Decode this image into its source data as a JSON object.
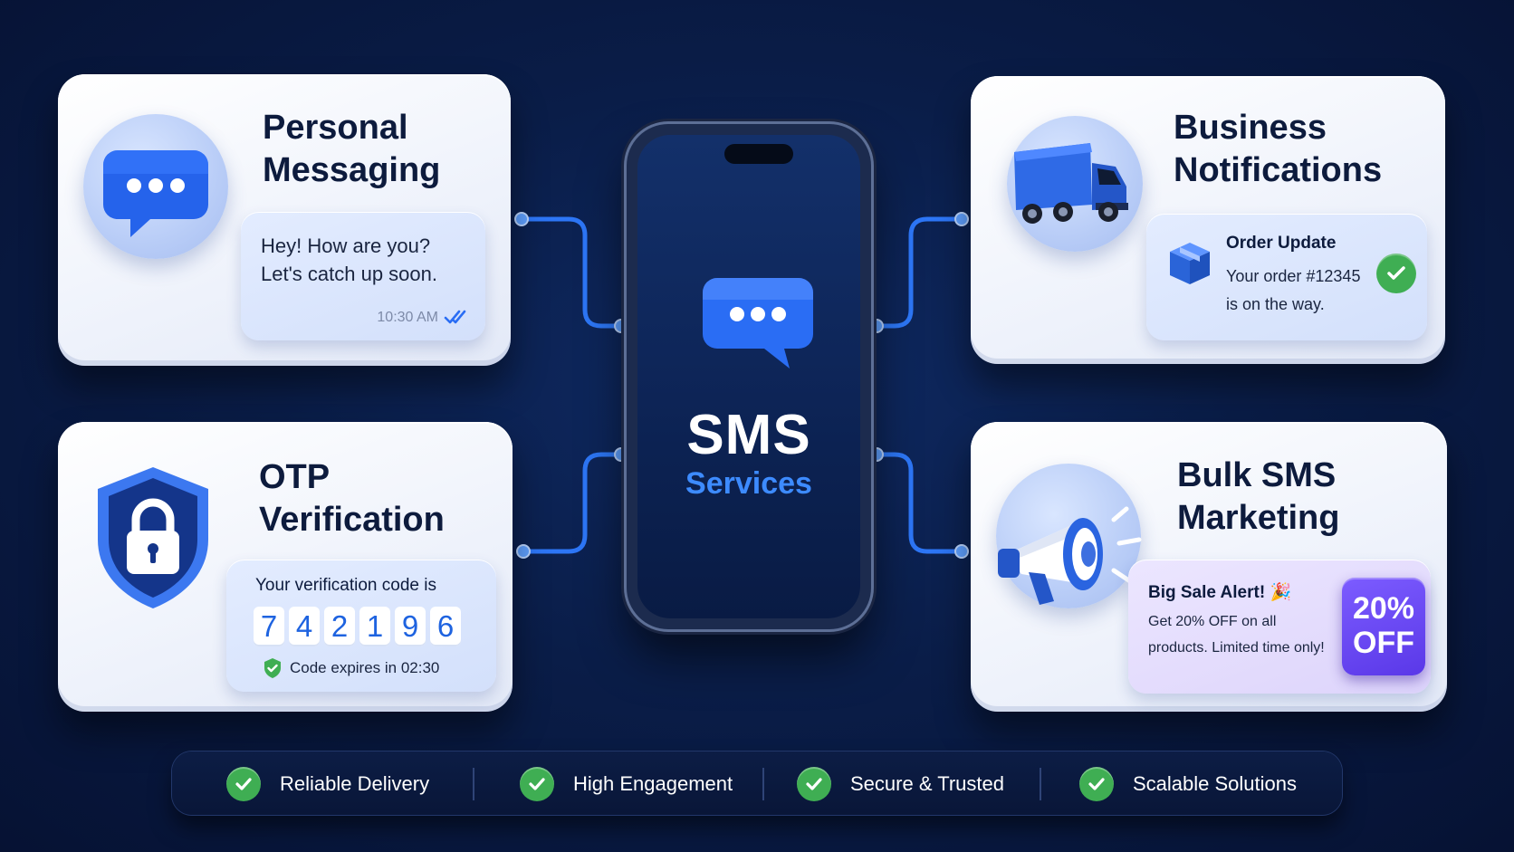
{
  "center": {
    "title": "SMS",
    "subtitle": "Services"
  },
  "cards": {
    "personal": {
      "title_line1": "Personal",
      "title_line2": "Messaging",
      "message_line1": "Hey! How are you?",
      "message_line2": "Let's catch up soon.",
      "time": "10:30 AM"
    },
    "business": {
      "title_line1": "Business",
      "title_line2": "Notifications",
      "heading": "Order Update",
      "body_line1": "Your order #12345",
      "body_line2": "is on the way."
    },
    "otp": {
      "title_line1": "OTP",
      "title_line2": "Verification",
      "prompt": "Your verification code is",
      "digits": [
        "7",
        "4",
        "2",
        "1",
        "9",
        "6"
      ],
      "expiry": "Code expires in 02:30"
    },
    "bulk": {
      "title_line1": "Bulk SMS",
      "title_line2": "Marketing",
      "heading": "Big Sale Alert! 🎉",
      "body_line1": "Get 20% OFF on all",
      "body_line2": "products. Limited time only!",
      "badge_line1": "20%",
      "badge_line2": "OFF"
    }
  },
  "features": [
    {
      "label": "Reliable Delivery"
    },
    {
      "label": "High Engagement"
    },
    {
      "label": "Secure & Trusted"
    },
    {
      "label": "Scalable Solutions"
    }
  ],
  "icons": {
    "chat": "chat-bubble-icon",
    "truck": "truck-icon",
    "shield": "shield-lock-icon",
    "megaphone": "megaphone-icon",
    "package": "package-icon",
    "check": "check-icon"
  },
  "colors": {
    "accent": "#2a6df4",
    "check_green": "#3fae53",
    "background": "#0a1d48",
    "badge_purple": "#6b4cf0"
  }
}
